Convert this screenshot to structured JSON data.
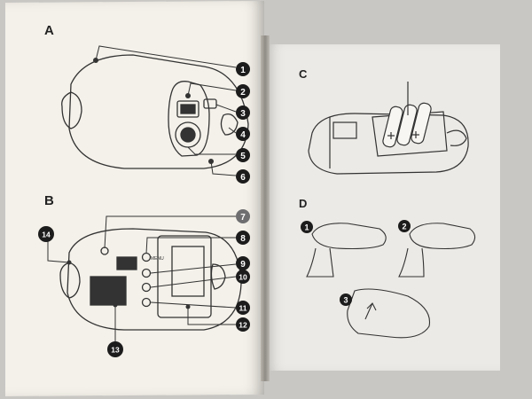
{
  "sections": {
    "a": "A",
    "b": "B",
    "c": "C",
    "d": "D"
  },
  "diagram_a": {
    "callouts": [
      "1",
      "2",
      "3",
      "4",
      "5",
      "6"
    ]
  },
  "diagram_b": {
    "callouts": [
      "7",
      "8",
      "9",
      "10",
      "11",
      "12",
      "13",
      "14"
    ],
    "menu_label": "MENU"
  },
  "diagram_d": {
    "steps": [
      "1",
      "2",
      "3"
    ]
  },
  "colors": {
    "callout_dark": "#1c1c1c",
    "callout_grey": "#6e6e70",
    "line": "#333333",
    "page": "#f4f1ea"
  }
}
